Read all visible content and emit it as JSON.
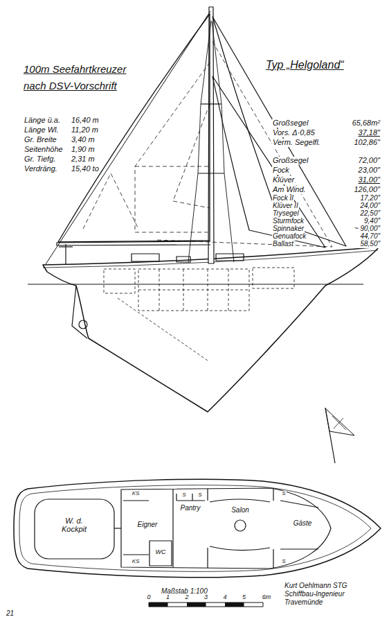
{
  "diagram": {
    "title": "100m Seefahrtkreuzer nach DSV-Vorschrift",
    "labels": [
      "Typ „Helgoland“",
      "Länge ü.a.",
      "16,40 m",
      "Länge Wl.",
      "11,20 m",
      "Gr. Breite",
      "3,40 m",
      "Seitenhöhe",
      "1,90 m",
      "Gr. Tiefg.",
      "2,31 m",
      "Verdräng.",
      "15,40 to",
      "Großsegel",
      "65,68m²",
      "Vors. Δ·0,85",
      "37,18\"",
      "Verm. Segelfl.",
      "102,86\"",
      "Großsegel",
      "72,00\"",
      "Fock",
      "23,00\"",
      "Klüver",
      "31,00\"",
      "Am Wind.",
      "126,00\"",
      "Fock II",
      "17,20\"",
      "Klüver II",
      "24,00\"",
      "Trysegel",
      "22,50\"",
      "Sturmfock",
      "9,40\"",
      "Spinnaker",
      "~ 90,00\"",
      "Genuafock",
      "44,70\"",
      "Ballast",
      "58,50\"",
      "W. d. Kockpit",
      "Eigner",
      "Pantry",
      "Salon",
      "Gäste",
      "WC",
      "KS",
      "KS",
      "S",
      "S",
      "S",
      "S",
      "Maßstab 1:100",
      "0",
      "1",
      "2",
      "3",
      "4",
      "5",
      "6m",
      "Kurt Oehlmann STG",
      "Schiffbau-Ingenieur",
      "Travemünde",
      "21"
    ]
  }
}
